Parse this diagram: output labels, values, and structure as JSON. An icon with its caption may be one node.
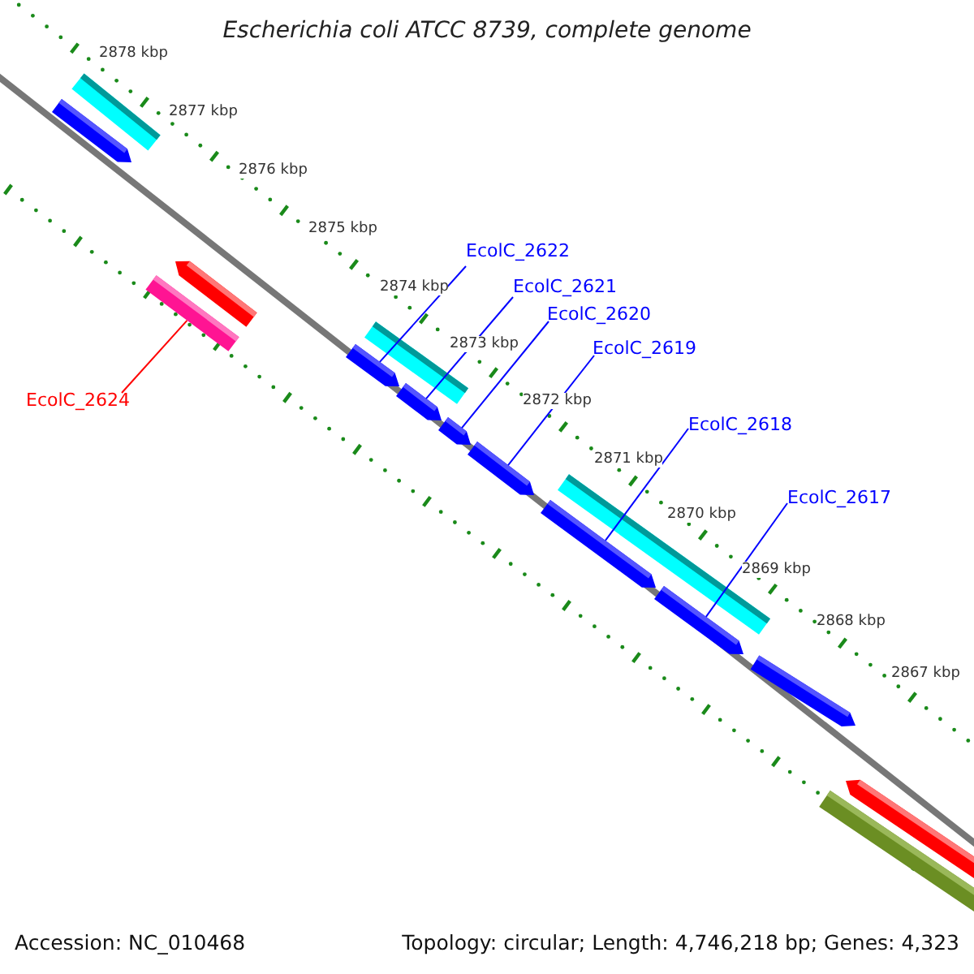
{
  "diagram": {
    "title": "Escherichia coli ATCC 8739, complete genome",
    "nodes": [
      {
        "text": [
          "EcolC_2622"
        ]
      },
      {
        "text": [
          "EcolC_2621"
        ]
      },
      {
        "text": [
          "EcolC_2620"
        ]
      },
      {
        "text": [
          "EcolC_2619"
        ]
      },
      {
        "text": [
          "EcolC_2624"
        ]
      },
      {
        "text": [
          "EcolC_2618"
        ]
      },
      {
        "text": [
          "EcolC_2617"
        ]
      },
      {
        "text": [],
        "shape": "bar"
      },
      {
        "text": [],
        "shape": "bar"
      },
      {
        "text": [],
        "shape": "bar"
      },
      {
        "text": [],
        "shape": "bar"
      },
      {
        "text": [],
        "shape": "bar"
      },
      {
        "text": [],
        "shape": "bar"
      },
      {
        "text": [],
        "shape": "bar"
      },
      {
        "text": [],
        "shape": "bar"
      },
      {
        "text": [],
        "shape": "bar"
      },
      {
        "text": [],
        "shape": "bar"
      },
      {
        "text": [],
        "shape": "bar"
      },
      {
        "text": [],
        "shape": "bar"
      },
      {
        "text": [],
        "shape": "bar"
      },
      {
        "text": [],
        "shape": "bar"
      },
      {
        "text": [],
        "shape": "bar"
      }
    ],
    "edges": [
      {
        "from": 0,
        "to": 11,
        "arrow": "none"
      },
      {
        "from": 1,
        "to": 13,
        "arrow": "none"
      },
      {
        "from": 2,
        "to": 14,
        "arrow": "none"
      },
      {
        "from": 3,
        "to": 15,
        "arrow": "none"
      },
      {
        "from": 4,
        "to": 9,
        "arrow": "none",
        "color": "#ff0000"
      },
      {
        "from": 5,
        "to": 16,
        "arrow": "none"
      },
      {
        "from": 6,
        "to": 18,
        "arrow": "none"
      }
    ],
    "labels": [
      "2878 kbp",
      "2877 kbp",
      "2876 kbp",
      "2875 kbp",
      "2874 kbp",
      "2873 kbp",
      "2872 kbp",
      "2871 kbp",
      "2870 kbp",
      "2869 kbp",
      "2868 kbp",
      "2867 kbp",
      "Accession: NC_010468",
      "Topology: circular; Length: 4,746,218 bp; Genes: 4,323"
    ]
  }
}
